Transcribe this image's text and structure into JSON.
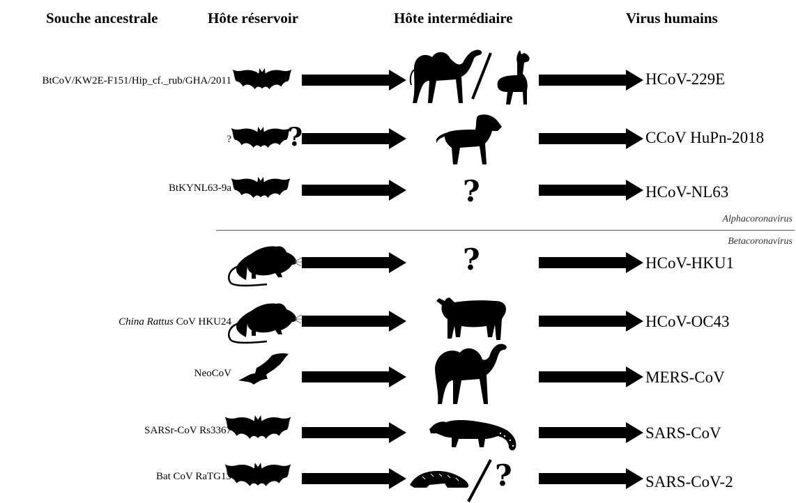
{
  "headers": {
    "ancestral": "Souche ancestrale",
    "reservoir": "Hôte réservoir",
    "intermediate": "Hôte intermédiaire",
    "human": "Virus humains"
  },
  "genera": {
    "alpha": "Alphacoronavirus",
    "beta": "Betacoronavirus"
  },
  "rows": [
    {
      "ancestral": "BtCoV/KW2E-F151/Hip_cf._rub/GHA/2011",
      "reservoir": "bat-icon",
      "intermediate": "camel / alpaca",
      "virus": "HCoV-229E"
    },
    {
      "ancestral": "?",
      "reservoir": "bat-icon",
      "reservoir_q": "?",
      "intermediate": "dog-icon",
      "virus": "CCoV HuPn-2018"
    },
    {
      "ancestral": "BtKYNL63-9a",
      "reservoir": "bat-icon",
      "intermediate_q": "?",
      "virus": "HCoV-NL63"
    },
    {
      "ancestral": "",
      "reservoir": "rat-icon",
      "intermediate_q": "?",
      "virus": "HCoV-HKU1"
    },
    {
      "ancestral_italic": "China Rattus",
      "ancestral": "CoV HKU24",
      "reservoir": "rat-icon",
      "intermediate": "cow-icon",
      "virus": "HCoV-OC43"
    },
    {
      "ancestral": "NeoCoV",
      "reservoir": "bat-icon",
      "intermediate": "camel-icon",
      "virus": "MERS-CoV"
    },
    {
      "ancestral": "SARSr-CoV Rs3367",
      "reservoir": "bat-icon",
      "intermediate": "civet-icon",
      "virus": "SARS-CoV"
    },
    {
      "ancestral": "Bat CoV RaTG13",
      "reservoir": "bat-icon",
      "intermediate": "pangolin-icon",
      "intermediate_q": "?",
      "virus": "SARS-CoV-2"
    }
  ]
}
